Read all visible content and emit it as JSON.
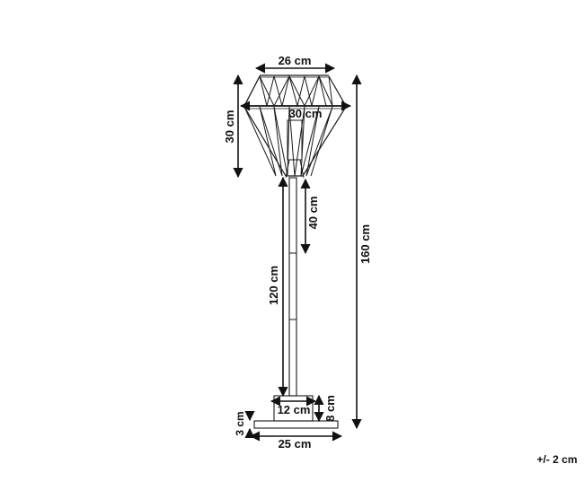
{
  "dimensions": {
    "shade_top_width": "26 cm",
    "shade_max_width": "30 cm",
    "shade_height": "30 cm",
    "rod_segment": "40 cm",
    "pole_length": "120 cm",
    "total_height": "160 cm",
    "base_block_width": "12 cm",
    "base_block_height": "8 cm",
    "base_plate_height": "3 cm",
    "base_plate_width": "25 cm"
  },
  "tolerance": "+/- 2 cm"
}
